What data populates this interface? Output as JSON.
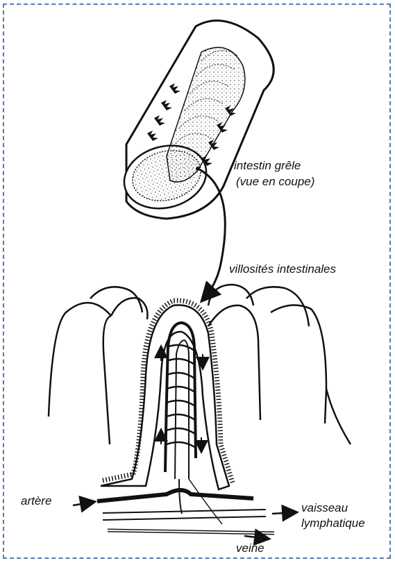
{
  "labels": {
    "intestin_line1": "intestin grêle",
    "intestin_line2": "(vue en coupe)",
    "villosites": "villosités intestinales",
    "artere": "artère",
    "vaisseau_line1": "vaisseau",
    "vaisseau_line2": "lymphatique",
    "veine": "veine"
  },
  "colors": {
    "frame": "#4f7cb4",
    "ink": "#111111",
    "background": "#ffffff"
  }
}
